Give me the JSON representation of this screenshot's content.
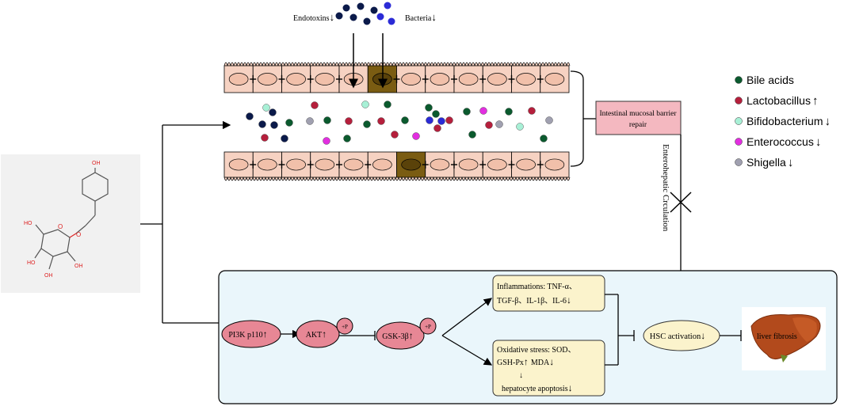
{
  "top": {
    "endotoxins_label": "Endotoxins",
    "bacteria_label": "Bacteria",
    "down_arrow": "↓",
    "up_arrow": "↑"
  },
  "barrier_box": {
    "line1": "Intestinal mucosal barrier",
    "line2": "repair"
  },
  "enterohepatic_label": "Enterohepatic Crculation",
  "legend": [
    {
      "label": "Bile acids",
      "arrow": "",
      "color": "#0b5a2e"
    },
    {
      "label": "Lactobacillus",
      "arrow": "↑",
      "color": "#b51f3c"
    },
    {
      "label": "Bifidobacterium",
      "arrow": "↓",
      "color": "#a8f0d6"
    },
    {
      "label": "Enterococcus",
      "arrow": "↓",
      "color": "#e22ee0"
    },
    {
      "label": "Shigella",
      "arrow": "↓",
      "color": "#a0a0b0"
    }
  ],
  "pathway": {
    "pi3k": "PI3K p110",
    "akt": "AKT",
    "gsk": "GSK-3β",
    "phospho": "+P",
    "inflammation_line1": "Inflammations: TNF-α、",
    "inflammation_line2": "TGF-β、IL-1β、IL-6",
    "oxidative_line1": "Oxidative stress: SOD、",
    "oxidative_line2a": "GSH-Px",
    "oxidative_line2b": "MDA",
    "apoptosis": "hepatocyte apoptosis",
    "hsc": "HSC activation",
    "liver_fibrosis": "liver fibrosis"
  },
  "colors": {
    "cell_fill": "#f6d2c2",
    "junction_fill": "#7a5c12",
    "panel_fill": "#eaf6fb",
    "ellipse_fill": "#e78795",
    "note_fill": "#fbf3cc",
    "barrier_fill": "#f4b8c0"
  }
}
